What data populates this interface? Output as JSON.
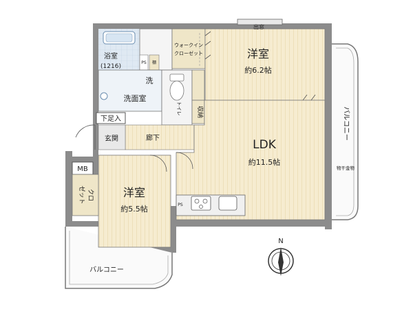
{
  "rooms": {
    "bath_name": "浴室",
    "bath_size": "(1216)",
    "wic": "ウォークイン\nクローゼット",
    "wic_line1": "ウォークイン",
    "wic_line2": "クローゼット",
    "western1_name": "洋室",
    "western1_size": "約6.2帖",
    "wash": "洗",
    "washroom": "洗面室",
    "toilet": "トイレ",
    "storage": "収納",
    "shoe": "下足入",
    "entrance": "玄関",
    "hallway": "廊下",
    "ldk_name": "LDK",
    "ldk_size": "約11.5帖",
    "western2_name": "洋室",
    "western2_size": "約5.5帖",
    "mb": "MB",
    "closet_a": "クロ",
    "closet_b": "ゼット",
    "closet_small": "クロ\nゼット",
    "window_label": "出窓",
    "balcony_right": "バルコニー",
    "balcony_bottom": "バルコニー",
    "hanger": "物干金物",
    "ps1": "PS",
    "ps2": "PS",
    "tana": "棚"
  },
  "compass": {
    "north": "N"
  },
  "colors": {
    "wall": "#8c8c8c",
    "wood_light": "#f4e9c9",
    "wood_line": "#e6d6a8",
    "bath": "#c9d9e8",
    "closet": "#efe6c8"
  }
}
